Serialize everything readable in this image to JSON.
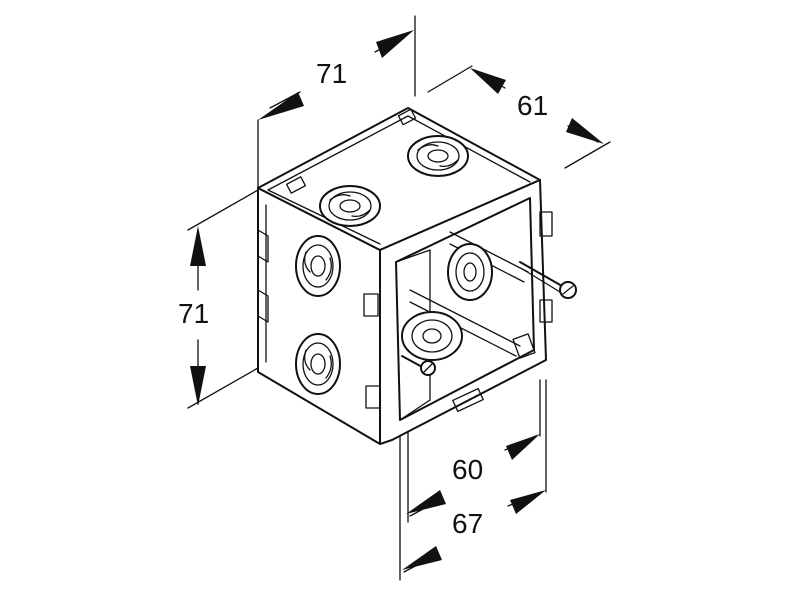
{
  "dimensions": {
    "top_width": "71",
    "depth": "61",
    "height": "71",
    "inner_width": "60",
    "outer_width": "67"
  }
}
